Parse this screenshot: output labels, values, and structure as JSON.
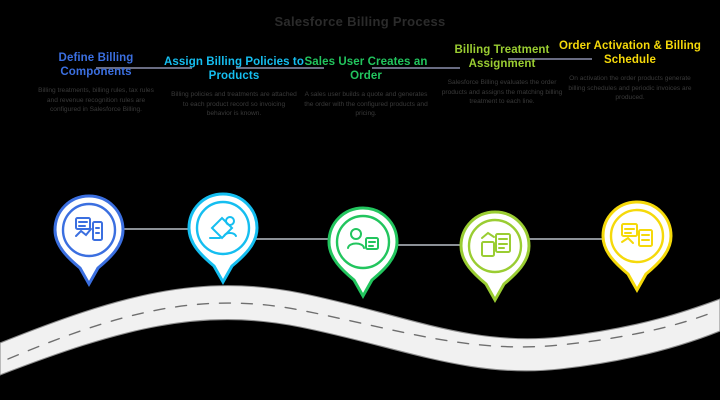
{
  "title": "Salesforce Billing Process",
  "colors": {
    "step1": "#3b6fe0",
    "step2": "#15bef0",
    "step3": "#22c55e",
    "step4": "#9acd32",
    "step5": "#f5d90a",
    "road_fill": "#f1f1f1",
    "road_edge": "#8d8d8d",
    "road_dash": "#6f6f6f",
    "title_color": "#2b2b2b",
    "body_color": "#3a3a3a",
    "connector": "#9aa0a6"
  },
  "steps": [
    {
      "index": "1",
      "heading": "Define Billing Components",
      "body": "Billing treatments, billing rules, tax rules and revenue recognition rules are configured in Salesforce Billing.",
      "icon_name": "billing-document-icon",
      "color": "#3b6fe0"
    },
    {
      "index": "2",
      "heading": "Assign Billing Policies to Products",
      "body": "Billing policies and treatments are attached to each product record so invoicing behavior is known.",
      "icon_name": "product-policy-icon",
      "color": "#15bef0"
    },
    {
      "index": "3",
      "heading": "Sales User Creates an Order",
      "body": "A sales user builds a quote and generates the order with the configured products and pricing.",
      "icon_name": "sales-user-order-icon",
      "color": "#22c55e"
    },
    {
      "index": "4",
      "heading": "Billing Treatment Assignment",
      "body": "Salesforce Billing evaluates the order products and assigns the matching billing treatment to each line.",
      "icon_name": "invoice-calculator-icon",
      "color": "#9acd32"
    },
    {
      "index": "5",
      "heading": "Order Activation & Billing Schedule",
      "body": "On activation the order products generate billing schedules and periodic invoices are produced.",
      "icon_name": "billing-schedule-icon",
      "color": "#f5d90a"
    }
  ]
}
